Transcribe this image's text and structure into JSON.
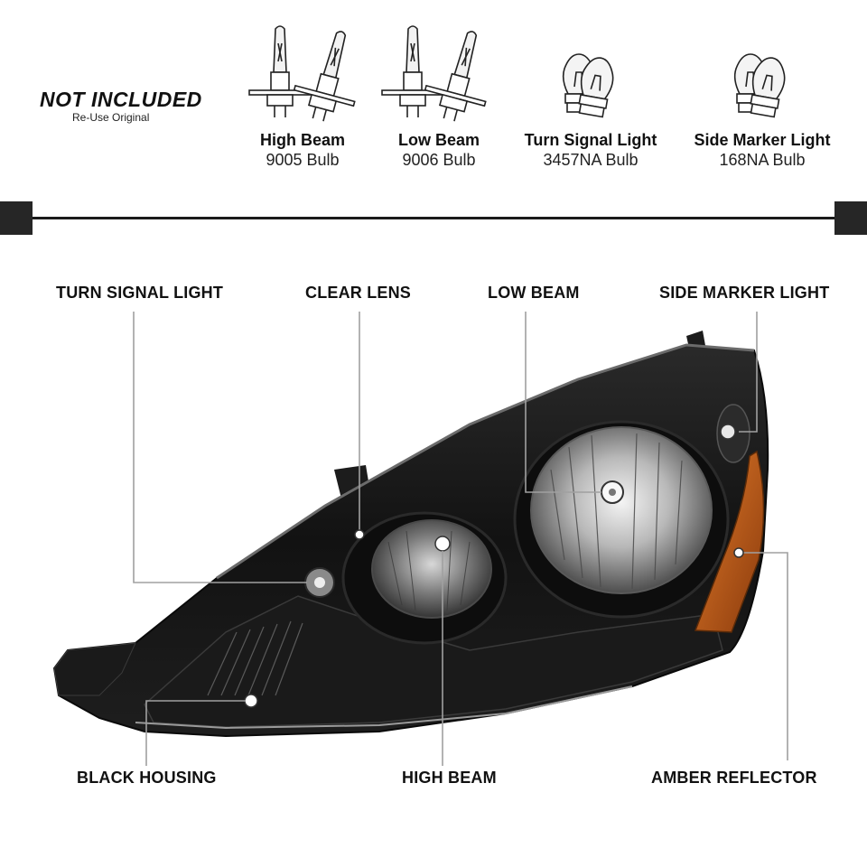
{
  "not_included": {
    "title": "NOT INCLUDED",
    "subtitle": "Re-Use Original"
  },
  "bulbs": [
    {
      "name": "High Beam",
      "spec": "9005 Bulb",
      "icon": "halogen-bulb-icon"
    },
    {
      "name": "Low Beam",
      "spec": "9006 Bulb",
      "icon": "halogen-bulb-icon"
    },
    {
      "name": "Turn Signal Light",
      "spec": "3457NA Bulb",
      "icon": "wedge-bulb-icon"
    },
    {
      "name": "Side Marker Light",
      "spec": "168NA Bulb",
      "icon": "wedge-bulb-icon"
    }
  ],
  "callouts": {
    "turn_signal_light": "TURN SIGNAL LIGHT",
    "clear_lens": "CLEAR LENS",
    "low_beam": "LOW BEAM",
    "side_marker_light": "SIDE MARKER LIGHT",
    "black_housing": "BLACK HOUSING",
    "high_beam": "HIGH BEAM",
    "amber_reflector": "AMBER REFLECTOR"
  },
  "colors": {
    "housing": "#141414",
    "amber": "#c9611a",
    "callout_line": "#9a9a9a"
  }
}
